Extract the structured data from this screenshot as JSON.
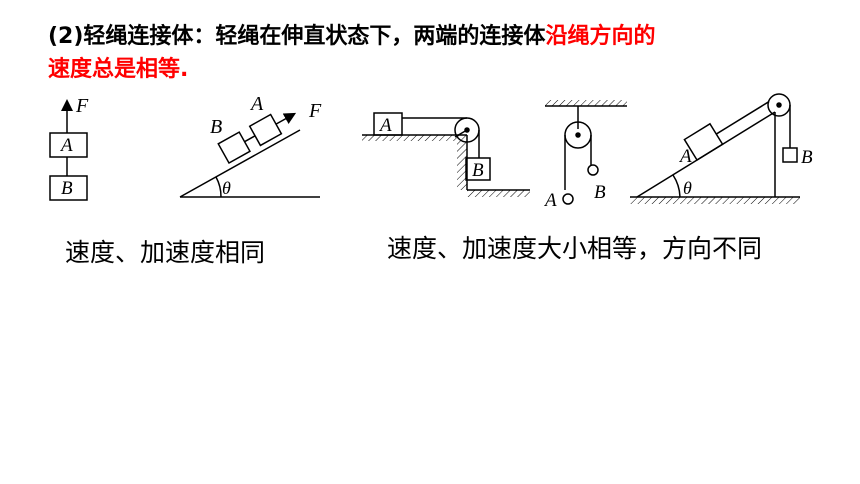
{
  "heading": {
    "prefix": "(2)",
    "black_text": "轻绳连接体：轻绳在伸直状态下，两端的连接体",
    "red_text_1": "沿绳方向的",
    "red_text_2": "速度总是相等."
  },
  "diagrams": {
    "d1": {
      "label_f": "F",
      "label_a": "A",
      "label_b": "B"
    },
    "d2": {
      "label_a": "A",
      "label_b": "B",
      "label_f": "F",
      "label_theta": "θ"
    },
    "d3": {
      "label_a": "A",
      "label_b": "B"
    },
    "d4": {
      "label_a": "A",
      "label_b": "B"
    },
    "d5": {
      "label_a": "A",
      "label_b": "B",
      "label_theta": "θ"
    }
  },
  "captions": {
    "left": "速度、加速度相同",
    "right": "速度、加速度大小相等，方向不同"
  }
}
